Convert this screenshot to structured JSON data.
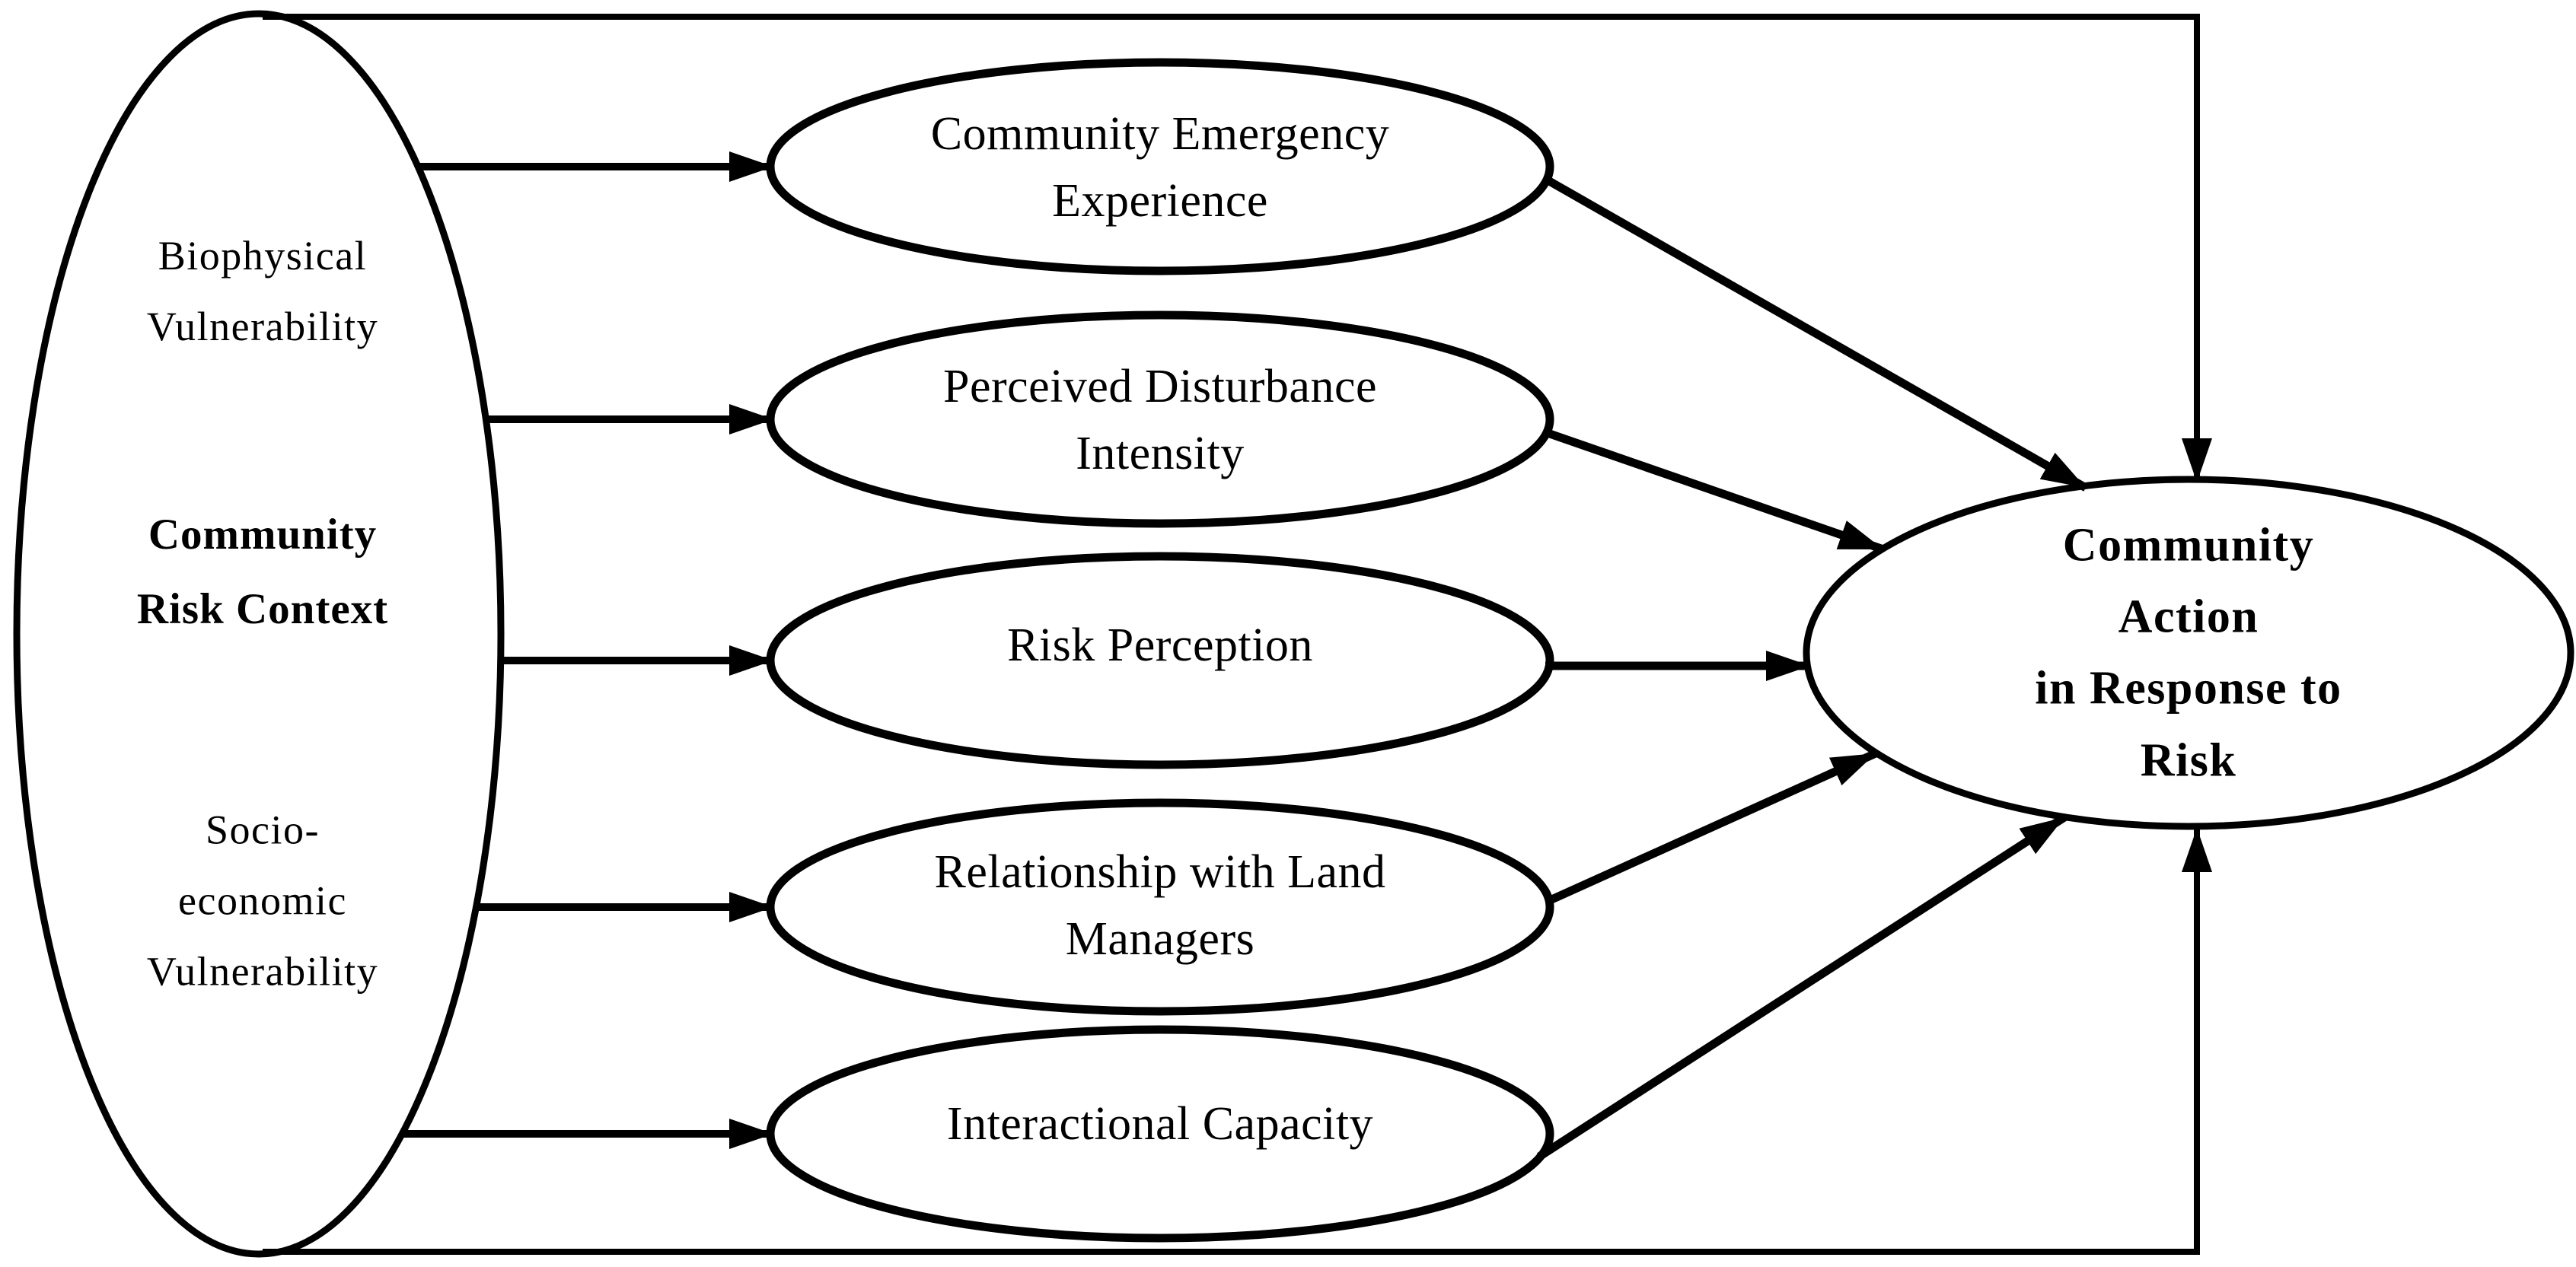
{
  "figure": {
    "type": "path-model-diagram",
    "background_color": "#ffffff",
    "stroke_color": "#000000",
    "context_node": {
      "secondary_label_top": "Biophysical\nVulnerability",
      "primary_label": "Community\nRisk Context",
      "secondary_label_bottom": "Socio-\neconomic\nVulnerability"
    },
    "mediator_nodes": [
      {
        "label": "Community Emergency\nExperience"
      },
      {
        "label": "Perceived Disturbance\nIntensity"
      },
      {
        "label": "Risk Perception"
      },
      {
        "label": "Relationship with Land\nManagers"
      },
      {
        "label": "Interactional Capacity"
      }
    ],
    "outcome_node": {
      "label": "Community Action\nin Response to\nRisk"
    },
    "edges": [
      {
        "from": "Community Risk Context",
        "to": "Community Emergency Experience"
      },
      {
        "from": "Community Risk Context",
        "to": "Perceived Disturbance Intensity"
      },
      {
        "from": "Community Risk Context",
        "to": "Risk Perception"
      },
      {
        "from": "Community Risk Context",
        "to": "Relationship with Land Managers"
      },
      {
        "from": "Community Risk Context",
        "to": "Interactional Capacity"
      },
      {
        "from": "Community Emergency Experience",
        "to": "Community Action in Response to Risk"
      },
      {
        "from": "Perceived Disturbance Intensity",
        "to": "Community Action in Response to Risk"
      },
      {
        "from": "Risk Perception",
        "to": "Community Action in Response to Risk"
      },
      {
        "from": "Relationship with Land Managers",
        "to": "Community Action in Response to Risk"
      },
      {
        "from": "Interactional Capacity",
        "to": "Community Action in Response to Risk"
      },
      {
        "from": "Community Risk Context",
        "to": "Community Action in Response to Risk",
        "route": "top"
      },
      {
        "from": "Community Risk Context",
        "to": "Community Action in Response to Risk",
        "route": "bottom"
      }
    ]
  }
}
